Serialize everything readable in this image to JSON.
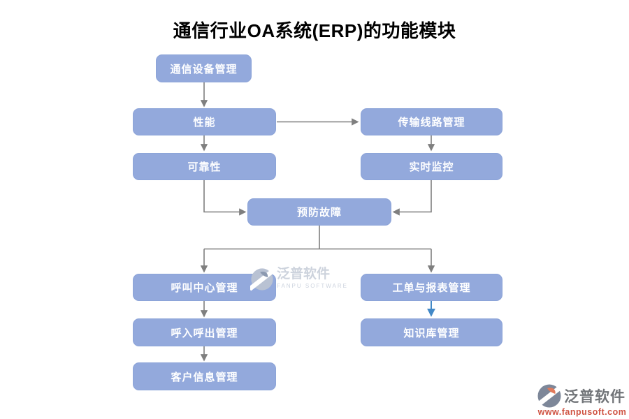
{
  "title": "通信行业OA系统(ERP)的功能模块",
  "colors": {
    "node_fill": "#93a9dc",
    "node_text": "#ffffff",
    "connector": "#7f7f7f",
    "highlight_connector": "#4289c7",
    "title_text": "#000000",
    "watermark_text": "#cdd3dd",
    "footer_name_text": "#717478",
    "footer_url_text": "#cf5342"
  },
  "nodes": {
    "comm_equipment": {
      "label": "通信设备管理"
    },
    "performance": {
      "label": "性能"
    },
    "transmission_line": {
      "label": "传输线路管理"
    },
    "reliability": {
      "label": "可靠性"
    },
    "realtime_monitor": {
      "label": "实时监控"
    },
    "fault_prevention": {
      "label": "预防故障"
    },
    "call_center": {
      "label": "呼叫中心管理"
    },
    "work_order_report": {
      "label": "工单与报表管理"
    },
    "inbound_outbound": {
      "label": "呼入呼出管理"
    },
    "knowledge_base": {
      "label": "知识库管理"
    },
    "customer_info": {
      "label": "客户信息管理"
    }
  },
  "edges": [
    {
      "from": "comm_equipment",
      "to": "performance",
      "color": "#7f7f7f"
    },
    {
      "from": "performance",
      "to": "transmission_line",
      "color": "#7f7f7f"
    },
    {
      "from": "performance",
      "to": "reliability",
      "color": "#7f7f7f"
    },
    {
      "from": "transmission_line",
      "to": "realtime_monitor",
      "color": "#7f7f7f"
    },
    {
      "from": "reliability",
      "to": "fault_prevention",
      "color": "#7f7f7f"
    },
    {
      "from": "realtime_monitor",
      "to": "fault_prevention",
      "color": "#7f7f7f"
    },
    {
      "from": "fault_prevention",
      "to": "call_center",
      "color": "#7f7f7f"
    },
    {
      "from": "fault_prevention",
      "to": "work_order_report",
      "color": "#7f7f7f"
    },
    {
      "from": "call_center",
      "to": "inbound_outbound",
      "color": "#7f7f7f"
    },
    {
      "from": "work_order_report",
      "to": "knowledge_base",
      "color": "#4289c7"
    },
    {
      "from": "inbound_outbound",
      "to": "customer_info",
      "color": "#7f7f7f"
    }
  ],
  "watermark": {
    "name": "泛普软件",
    "subtitle": "FANPU SOFTWARE"
  },
  "footer_logo": {
    "name": "泛普软件",
    "url": "www.fanpusoft.com"
  }
}
